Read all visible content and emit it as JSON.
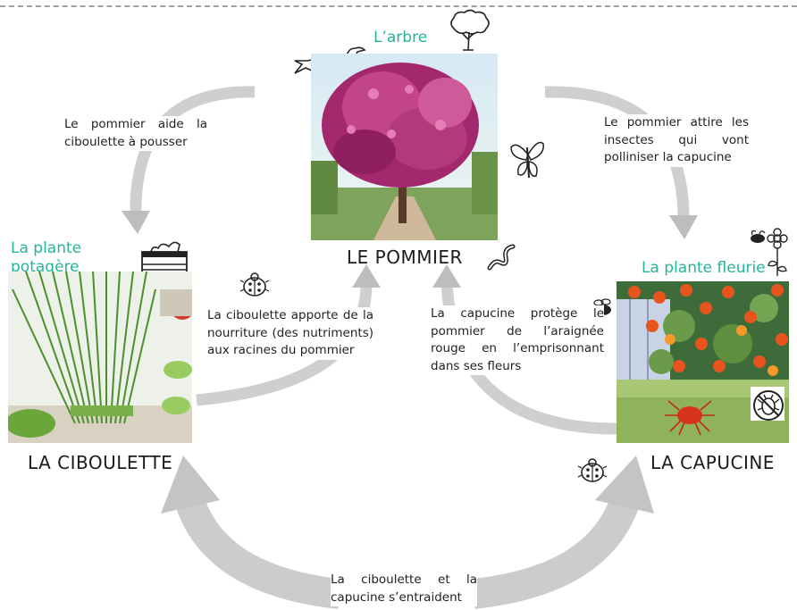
{
  "nodes": {
    "pommier": {
      "category": "L’arbre",
      "name": "LE POMMIER"
    },
    "ciboulette": {
      "category": "La plante potagère",
      "name": "LA CIBOULETTE"
    },
    "capucine": {
      "category": "La plante fleurie",
      "name": "LA CAPUCINE"
    }
  },
  "relations": {
    "pommier_to_ciboulette": "Le pommier aide la ciboulette à pousser",
    "pommier_to_capucine": "Le pommier attire les insectes qui vont polliniser la capucine",
    "ciboulette_to_pommier": "La ciboulette apporte de la nourriture (des nutriments) aux racines du pommier",
    "capucine_to_pommier": "La capucine protège le pommier de l’araignée rouge en l’emprisonnant dans ses fleurs",
    "mutual": "La ciboulette et la capucine s’entraident"
  },
  "colors": {
    "accent_green": "#25b49a",
    "arrow_gray": "#c9c9c9"
  },
  "icons": [
    "tree-icon",
    "bird-icon",
    "butterfly-icon",
    "crate-icon",
    "ladybug-icon",
    "worm-icon",
    "bee-flower-icon",
    "bee-icon",
    "no-mite-icon"
  ]
}
